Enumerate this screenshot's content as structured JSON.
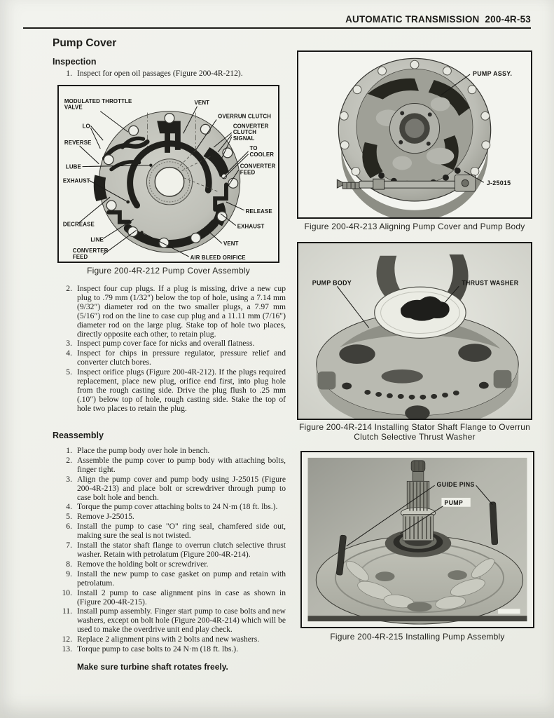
{
  "header": {
    "title": "AUTOMATIC TRANSMISSION  200-4R-53"
  },
  "pump_cover": {
    "title": "Pump Cover",
    "inspection": {
      "heading": "Inspection",
      "items1": [
        {
          "num": "1.",
          "text": "Inspect for open oil passages (Figure 200-4R-212)."
        }
      ],
      "items2": [
        {
          "num": "2.",
          "text": "Inspect four cup plugs. If a plug is missing, drive a new cup plug to .79 mm (1/32″) below the top of hole, using a 7.14 mm (9/32″) diameter rod on the two smaller plugs, a 7.97 mm (5/16″) rod on the line to case cup plug and a 11.11 mm (7/16″) diameter rod on the large plug. Stake top of hole two places, directly opposite each other, to retain plug."
        },
        {
          "num": "3.",
          "text": "Inspect pump cover face for nicks and overall flatness."
        },
        {
          "num": "4.",
          "text": "Inspect for chips in pressure regulator, pressure relief and converter clutch bores."
        },
        {
          "num": "5.",
          "text": "Inspect orifice plugs (Figure 200-4R-212). If the plugs required replacement, place new plug, orifice end first, into plug hole from the rough casting side. Drive the plug flush to .25 mm (.10″) below top of hole, rough casting side. Stake the top of hole two places to retain the plug."
        }
      ]
    },
    "reassembly": {
      "heading": "Reassembly",
      "items": [
        {
          "num": "1.",
          "text": "Place the pump body over hole in bench."
        },
        {
          "num": "2.",
          "text": "Assemble the pump cover to pump body with attaching bolts, finger tight."
        },
        {
          "num": "3.",
          "text": "Align the pump cover and pump body using J-25015 (Figure 200-4R-213) and place bolt or screwdriver through pump to case bolt hole and bench."
        },
        {
          "num": "4.",
          "text": "Torque the pump cover attaching bolts to 24 N·m (18 ft. lbs.)."
        },
        {
          "num": "5.",
          "text": "Remove J-25015."
        },
        {
          "num": "6.",
          "text": "Install the pump to case \"O\" ring seal, chamfered side out, making sure the seal is not twisted."
        },
        {
          "num": "7.",
          "text": "Install the stator shaft flange to overrun clutch selective thrust washer. Retain with petrolatum (Figure 200-4R-214)."
        },
        {
          "num": "8.",
          "text": "Remove the holding bolt or screwdriver."
        },
        {
          "num": "9.",
          "text": "Install the new pump to case gasket on pump and retain with petrolatum."
        },
        {
          "num": "10.",
          "text": "Install 2 pump to case alignment pins in case as shown in (Figure 200-4R-215)."
        },
        {
          "num": "11.",
          "text": "Install pump assembly. Finger start pump to case bolts and new washers, except on bolt hole (Figure 200-4R-214) which will be used to make the overdrive unit end play check."
        },
        {
          "num": "12.",
          "text": "Replace 2 alignment pins with 2 bolts and new washers."
        },
        {
          "num": "13.",
          "text": "Torque pump to case bolts to 24 N·m (18 ft. lbs.)."
        }
      ],
      "note": "Make sure turbine shaft rotates freely."
    }
  },
  "figures": {
    "f212": {
      "caption": "Figure 200-4R-212 Pump Cover Assembly",
      "labels": {
        "modulated_throttle": [
          "MODULATED THROTTLE",
          "VALVE"
        ],
        "lo": "LO",
        "reverse": "REVERSE",
        "lube": "LUBE",
        "exhaust_left": "EXHAUST",
        "decrease": "DECREASE",
        "line": "LINE",
        "converter_feed_left": [
          "CONVERTER",
          "FEED"
        ],
        "air_bleed_orifice": "AIR BLEED ORIFICE",
        "vent_bottom": "VENT",
        "exhaust_right": "EXHAUST",
        "release": "RELEASE",
        "converter_feed_right": [
          "CONVERTER",
          "FEED"
        ],
        "to_cooler": [
          "TO",
          "COOLER"
        ],
        "converter_clutch_signal": [
          "CONVERTER",
          "CLUTCH",
          "SIGNAL"
        ],
        "overrun_clutch": "OVERRUN CLUTCH",
        "vent_top": "VENT"
      }
    },
    "f213": {
      "caption": "Figure 200-4R-213 Aligning Pump Cover and Pump Body",
      "labels": {
        "pump_assy": "PUMP ASSY.",
        "tool": "J-25015"
      }
    },
    "f214": {
      "caption": "Figure 200-4R-214 Installing Stator Shaft Flange to Overrun Clutch Selective Thrust Washer",
      "labels": {
        "pump_body": "PUMP BODY",
        "thrust_washer": "THRUST WASHER"
      }
    },
    "f215": {
      "caption": "Figure 200-4R-215 Installing Pump Assembly",
      "labels": {
        "guide_pins": "GUIDE PINS",
        "pump": "PUMP"
      }
    }
  }
}
